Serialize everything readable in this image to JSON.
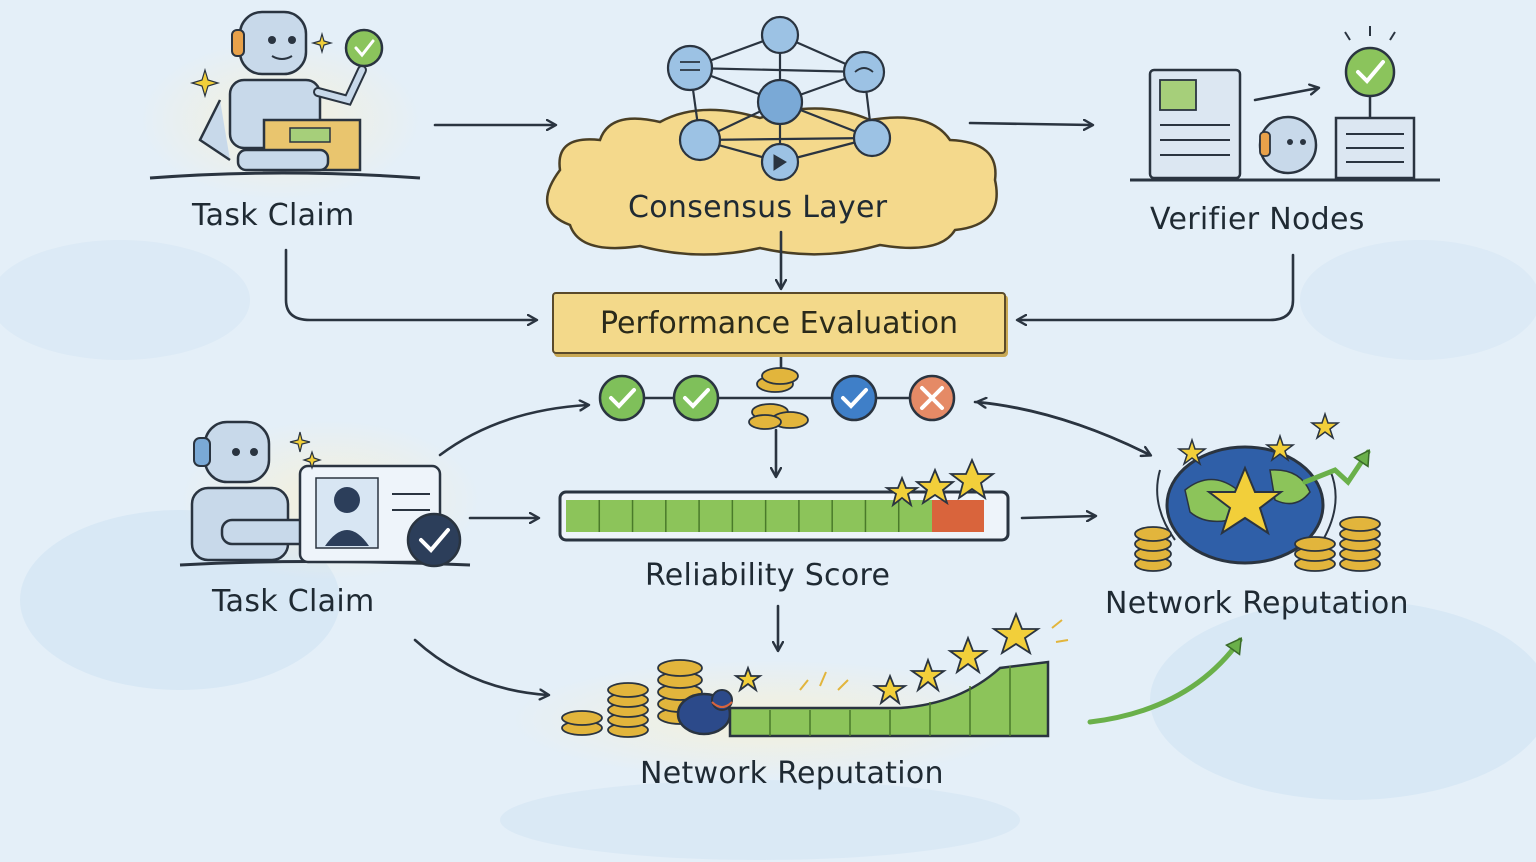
{
  "labels": {
    "task_claim_top": "Task Claim",
    "consensus_layer": "Consensus Layer",
    "verifier_nodes": "Verifier Nodes",
    "performance_evaluation": "Performance Evaluation",
    "task_claim_bottom": "Task Claim",
    "reliability_score": "Reliability Score",
    "network_reputation_right": "Network Reputation",
    "network_reputation_bottom": "Network Reputation"
  },
  "reliability_level": 0.84,
  "colors": {
    "background": "#e4eff8",
    "robot": "#b9cfe6",
    "node_blue": "#8fb7dd",
    "cloud": "#f4d98c",
    "banner": "#f3d98a",
    "check_green": "#7fc05a",
    "check_blue": "#3f7fc8",
    "cross_red": "#e58a66",
    "bar_green": "#8cc45a",
    "bar_red": "#d9643c",
    "coin": "#e2b53c",
    "star": "#f2cf3a",
    "ink": "#2a3440"
  },
  "icons": {
    "robot_top": "robot-icon",
    "robot_bottom": "robot-icon",
    "network_graph": "network-graph-icon",
    "server": "server-icon",
    "globe": "globe-icon",
    "coins": "coin-stack-icon",
    "stars": "star-icon",
    "check": "check-icon",
    "cross": "cross-icon"
  }
}
